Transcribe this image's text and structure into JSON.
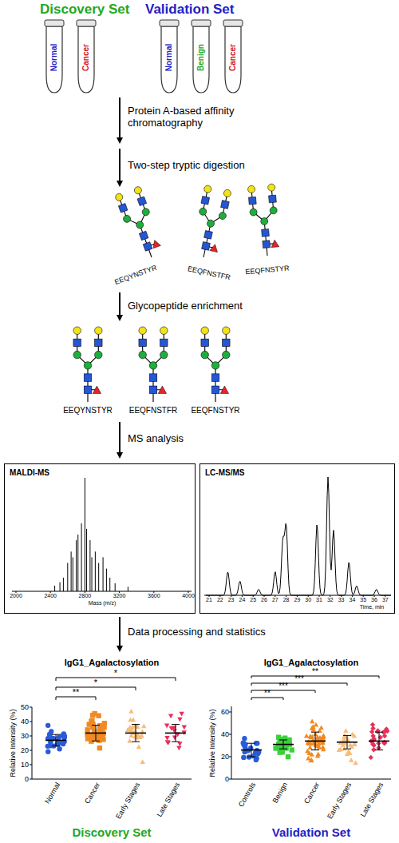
{
  "diagram": {
    "nodes": [
      {
        "text": [
          "Normal"
        ]
      },
      {
        "text": [
          "Cancer"
        ]
      },
      {
        "text": [
          "Normal"
        ]
      },
      {
        "text": [
          "Benign"
        ]
      },
      {
        "text": [
          "Cancer"
        ]
      },
      {
        "text": [
          "MALDI-MS"
        ]
      },
      {
        "text": [
          "LC-MS/MS"
        ]
      }
    ],
    "labels": [
      "Discovery Set",
      "Validation Set",
      "Protein A-based affinity chromatography",
      "Two-step tryptic digestion",
      "EEQYNSTYR",
      "EEQFNSTFR",
      "EEQFNSTYR",
      "Glycopeptide enrichment",
      "EEQYNSTYR",
      "EEQFNSTFR",
      "EEQFNSTYR",
      "MS analysis",
      "2000",
      "2400",
      "2800",
      "3200",
      "3600",
      "4000",
      "Mass (m/z)",
      "21",
      "22",
      "23",
      "24",
      "25",
      "26",
      "27",
      "28",
      "29",
      "30",
      "31",
      "32",
      "33",
      "34",
      "35",
      "36",
      "37",
      "Time, min",
      "Data processing and statistics",
      "IgG1_Agalactosylation",
      "Relative Intensity (%)",
      "50",
      "40",
      "30",
      "20",
      "10",
      "0",
      "Normal",
      "Cancer",
      "Early Stages",
      "Late Stages",
      "*",
      "*",
      "**",
      "Discovery Set",
      "IgG1_Agalactosylation",
      "Relative Intensity (%)",
      "60",
      "40",
      "20",
      "0",
      "Controls",
      "Benign",
      "Cancer",
      "Early Stages",
      "Late Stages",
      "**",
      "***",
      "***",
      "**",
      "Validation Set"
    ]
  }
}
